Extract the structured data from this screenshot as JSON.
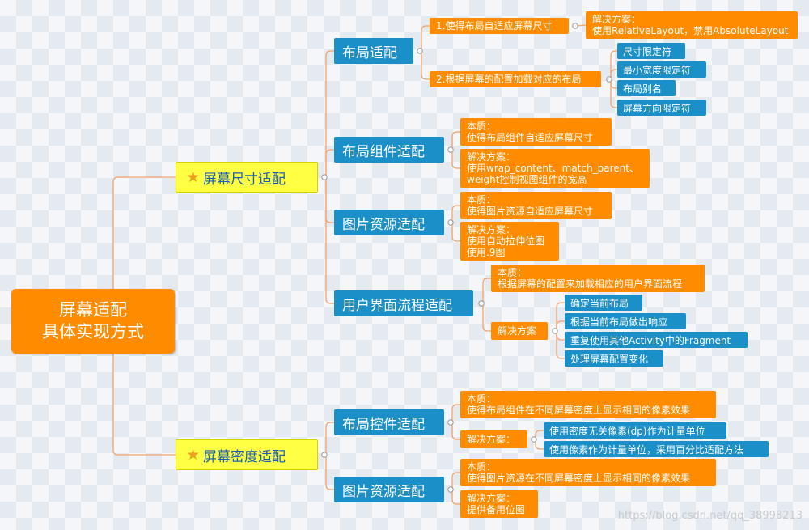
{
  "root": {
    "line1": "屏幕适配",
    "line2": "具体实现方式"
  },
  "screen_size": {
    "label": "屏幕尺寸适配",
    "layout": {
      "label": "布局适配",
      "item1": "1.使得布局自适应屏幕尺寸",
      "item1_solution": {
        "line1": "解决方案：",
        "line2": "使用RelativeLayout，禁用AbsoluteLayout"
      },
      "item2": "2.根据屏幕的配置加载对应的布局",
      "qualifiers": [
        "尺寸限定符",
        "最小宽度限定符",
        "布局别名",
        "屏幕方向限定符"
      ]
    },
    "component": {
      "label": "布局组件适配",
      "essence": {
        "line1": "本质：",
        "line2": "使得布局组件自适应屏幕尺寸"
      },
      "solution": {
        "line1": "解决方案：",
        "line2": "使用wrap_content、match_parent、",
        "line3": "weight控制视图组件的宽高"
      }
    },
    "image": {
      "label": "图片资源适配",
      "essence": {
        "line1": "本质：",
        "line2": "使得图片资源自适应屏幕尺寸"
      },
      "solution": {
        "line1": "解决方案：",
        "line2": "使用自动拉伸位图",
        "line3": "使用.9图"
      }
    },
    "flow": {
      "label": "用户界面流程适配",
      "essence": {
        "line1": "本质：",
        "line2": "根据屏幕的配置来加载相应的用户界面流程"
      },
      "solution_label": "解决方案",
      "steps": [
        "确定当前布局",
        "根据当前布局做出响应",
        "重复使用其他Activity中的Fragment",
        "处理屏幕配置变化"
      ]
    }
  },
  "density": {
    "label": "屏幕密度适配",
    "widget": {
      "label": "布局控件适配",
      "essence": {
        "line1": "本质：",
        "line2": "使得布局组件在不同屏幕密度上显示相同的像素效果"
      },
      "solution_label": "解决方案：",
      "methods": [
        "使用密度无关像素(dp)作为计量单位",
        "使用像素作为计量单位，采用百分比适配方法"
      ]
    },
    "image": {
      "label": "图片资源适配",
      "essence": {
        "line1": "本质：",
        "line2": "使得图片资源在不同屏幕密度上显示相同的像素效果"
      },
      "solution": {
        "line1": "解决方案：",
        "line2": "提供备用位图"
      }
    }
  },
  "watermark": "https://blog.csdn.net/qq_38998213",
  "colors": {
    "orange": "#ff8c00",
    "blue": "#1b8fc8",
    "yellow": "#ffff44",
    "connector": "#f2a36b"
  }
}
